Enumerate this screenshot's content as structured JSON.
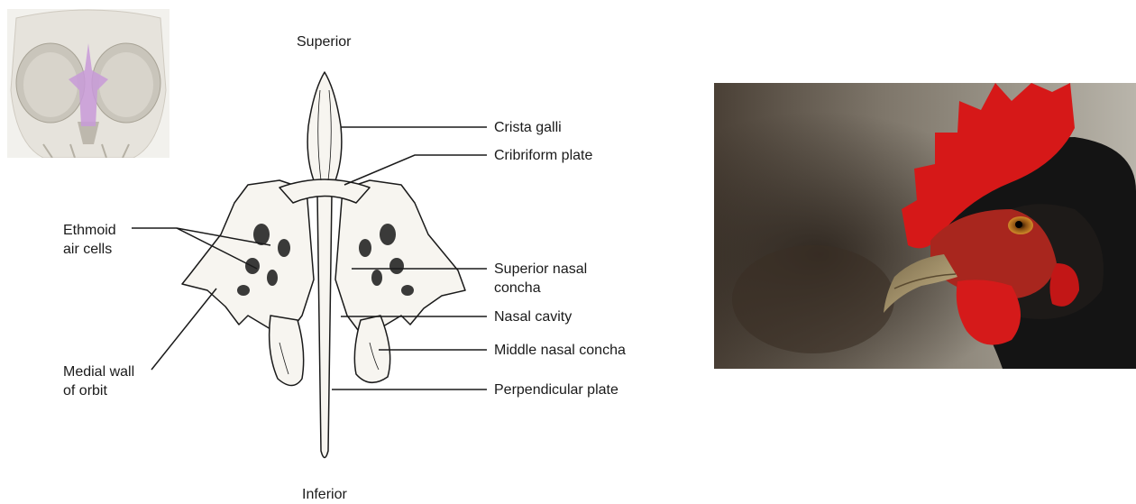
{
  "orientation": {
    "superior": "Superior",
    "inferior": "Inferior"
  },
  "labels": {
    "crista_galli": "Crista galli",
    "cribriform_plate": "Cribriform plate",
    "ethmoid_air_cells_line1": "Ethmoid",
    "ethmoid_air_cells_line2": "air cells",
    "superior_nasal_concha_line1": "Superior nasal",
    "superior_nasal_concha_line2": "concha",
    "nasal_cavity": "Nasal cavity",
    "middle_nasal_concha": "Middle nasal concha",
    "medial_wall_line1": "Medial wall",
    "medial_wall_line2": "of orbit",
    "perpendicular_plate": "Perpendicular plate"
  },
  "colors": {
    "line": "#1a1a1a",
    "bone_fill": "#f7f5f0",
    "highlight": "#c89ad8",
    "skull": "#e9e6df",
    "comb_red": "#d61818",
    "feathers": "#141414"
  }
}
